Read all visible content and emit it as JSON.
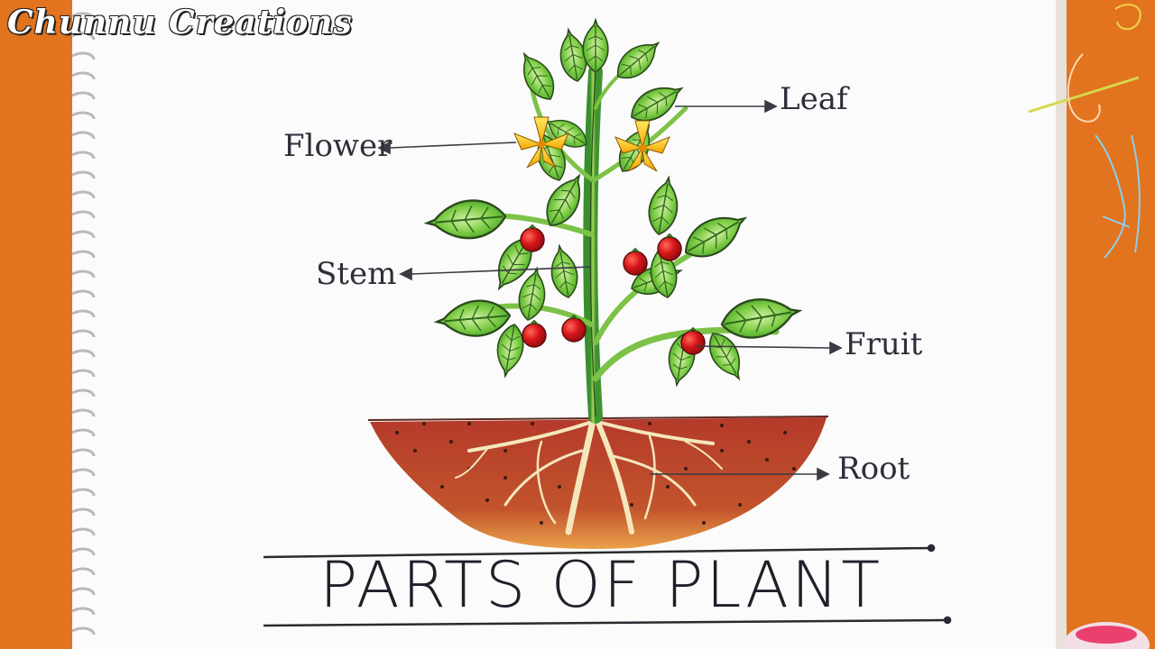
{
  "watermark": "Chunnu Creations",
  "labels": {
    "leaf": "Leaf",
    "flower": "Flower",
    "stem": "Stem",
    "fruit": "Fruit",
    "root": "Root"
  },
  "title": "PARTS OF PLANT",
  "colors": {
    "background": "#e2731f",
    "paper": "#fbfbfb",
    "leaf": "#6cc13a",
    "stem": "#7cc247",
    "flower": "#ffd21a",
    "fruit": "#d8161a",
    "soil": "#b33a2a",
    "root": "#f3e6b8",
    "ink": "#2e2e3a"
  }
}
